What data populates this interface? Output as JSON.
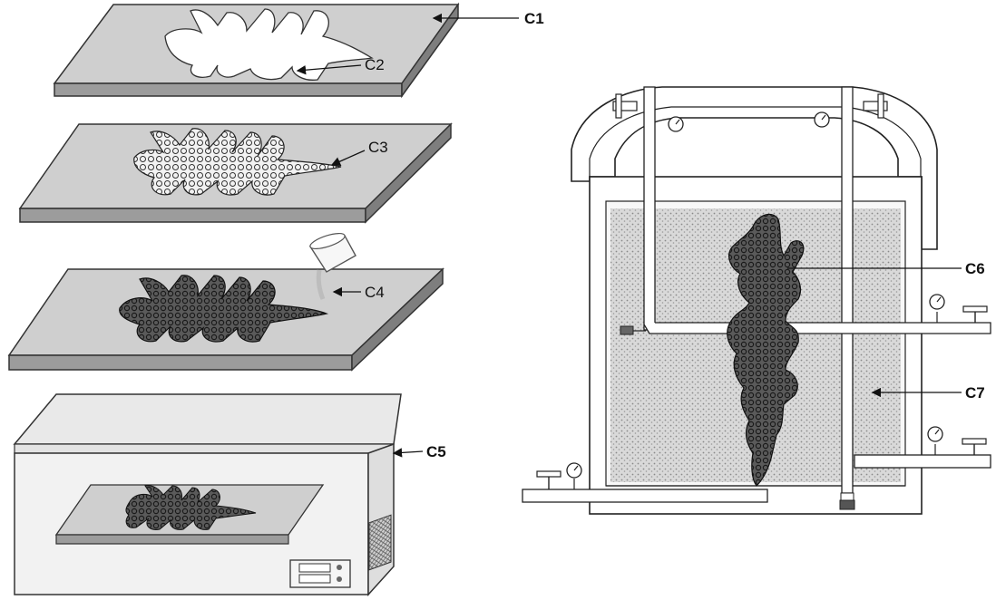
{
  "labels": {
    "c1": "C1",
    "c2": "C2",
    "c3": "C3",
    "c4": "C4",
    "c5": "C5",
    "c6": "C6",
    "c7": "C7"
  },
  "colors": {
    "plate_top": "#cfcfcf",
    "plate_side": "#9a9a9a",
    "specimen_dark": "#2e2e2e",
    "foam_fill": "#d6d6d6",
    "oven_body": "#f0f0f0"
  }
}
